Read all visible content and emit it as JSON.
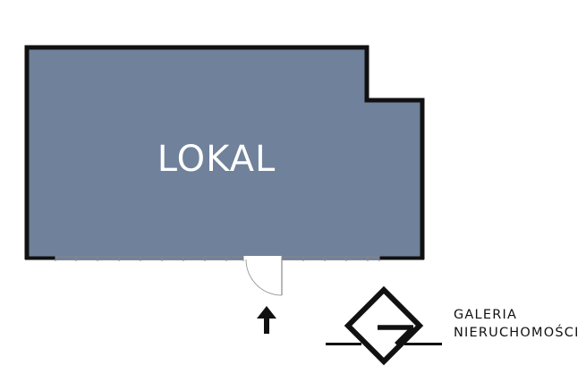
{
  "room": {
    "label": "LOKAL"
  },
  "brand": {
    "line1": "GALERIA",
    "line2": "NIERUCHOMOŚCI"
  },
  "icons": {
    "entrance": "arrow-up-icon",
    "logo": "galeria-diamond-logo-icon"
  },
  "colors": {
    "room_fill": "#6f819b",
    "wall": "#111111",
    "background": "#ffffff",
    "text_on_room": "#ffffff"
  }
}
